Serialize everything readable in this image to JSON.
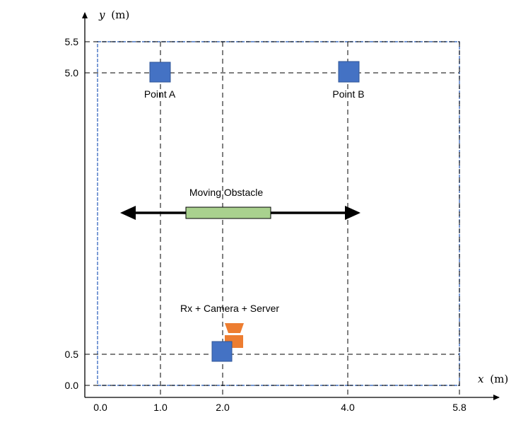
{
  "axes": {
    "x_var": "x",
    "x_unit": "(m)",
    "y_var": "y",
    "y_unit": "(m)",
    "x_ticks": [
      "0.0",
      "1.0",
      "2.0",
      "4.0",
      "5.8"
    ],
    "y_ticks": [
      "5.5",
      "5.0",
      "0.5",
      "0.0"
    ]
  },
  "labels": {
    "point_a": "Point A",
    "point_b": "Point B",
    "obstacle": "Moving Obstacle",
    "receiver": "Rx + Camera + Server"
  },
  "colors": {
    "node_blue": "#4472c4",
    "obstacle_green": "#a9d18e",
    "camera_orange": "#ed7d31",
    "boundary_blue": "#4472c4",
    "arrow_black": "#000000"
  }
}
